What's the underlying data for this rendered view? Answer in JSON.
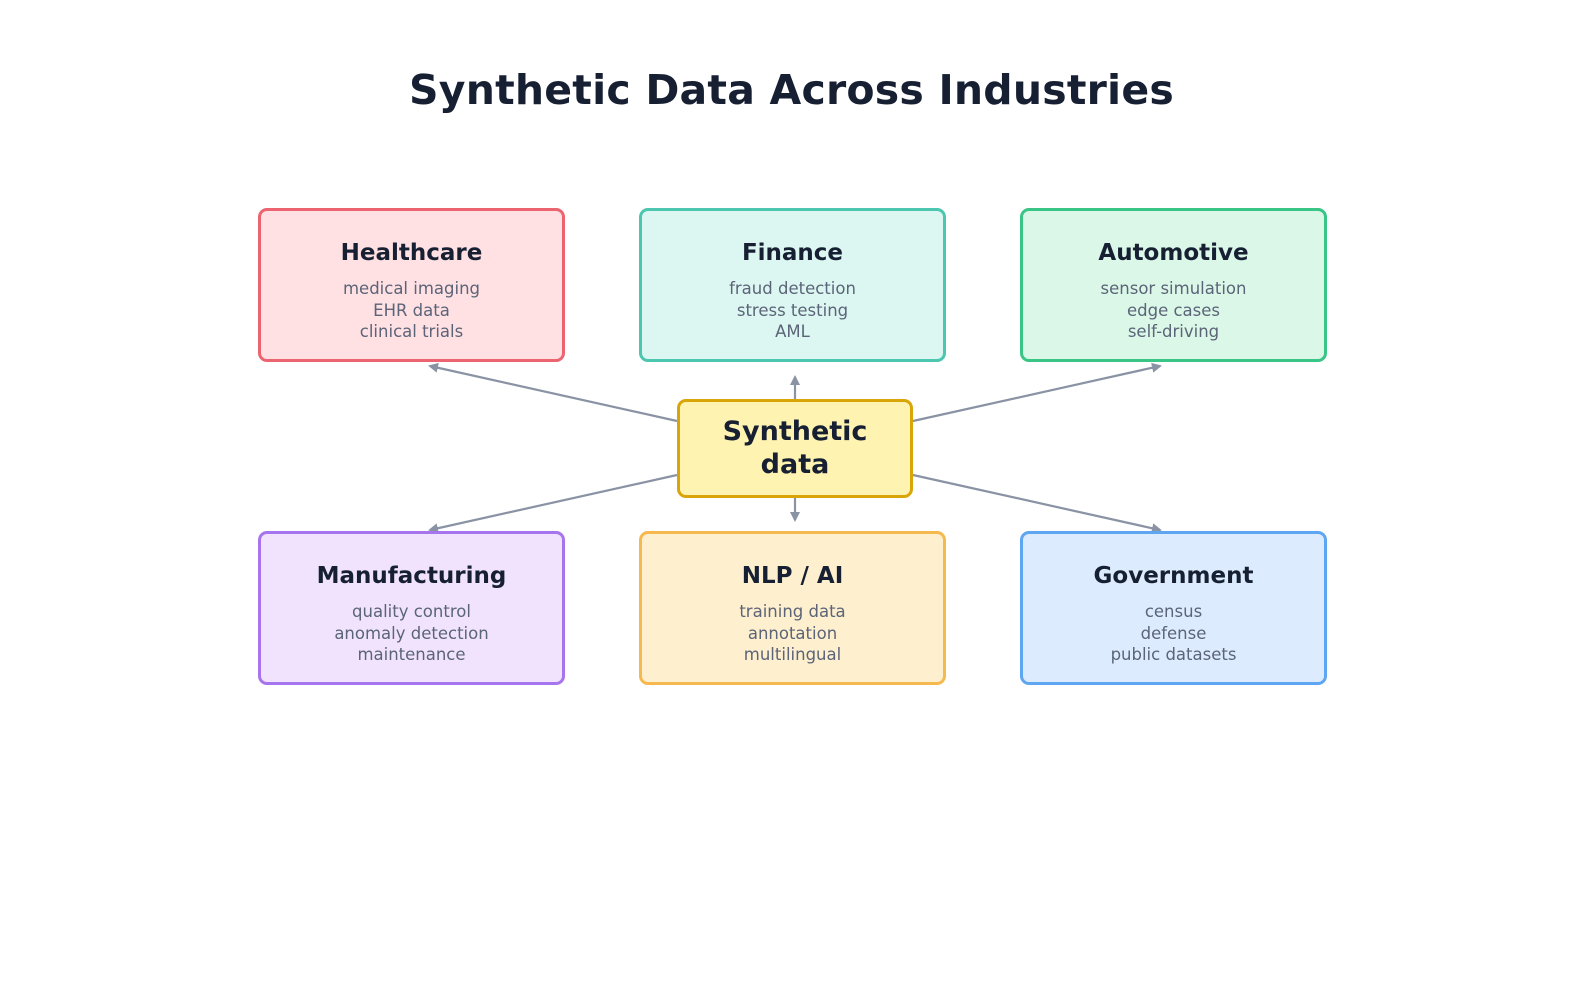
{
  "title": "Synthetic Data Across Industries",
  "center": {
    "line1": "Synthetic",
    "line2": "data",
    "fill": "#fef3b0",
    "border": "#d9a507"
  },
  "edge_color": "#8a93a4",
  "industries": [
    {
      "name": "Healthcare",
      "items": [
        "medical imaging",
        "EHR data",
        "clinical trials"
      ],
      "fill": "#ffe0e3",
      "border": "#ec6470"
    },
    {
      "name": "Finance",
      "items": [
        "fraud detection",
        "stress testing",
        "AML"
      ],
      "fill": "#dcf7f1",
      "border": "#4cc6ae"
    },
    {
      "name": "Automotive",
      "items": [
        "sensor simulation",
        "edge cases",
        "self-driving"
      ],
      "fill": "#dbf7e7",
      "border": "#38c585"
    },
    {
      "name": "Manufacturing",
      "items": [
        "quality control",
        "anomaly detection",
        "maintenance"
      ],
      "fill": "#f1e3fd",
      "border": "#a674ec"
    },
    {
      "name": "NLP / AI",
      "items": [
        "training data",
        "annotation",
        "multilingual"
      ],
      "fill": "#feefce",
      "border": "#f5b94f"
    },
    {
      "name": "Government",
      "items": [
        "census",
        "defense",
        "public datasets"
      ],
      "fill": "#dcebfd",
      "border": "#5fa6f2"
    }
  ]
}
